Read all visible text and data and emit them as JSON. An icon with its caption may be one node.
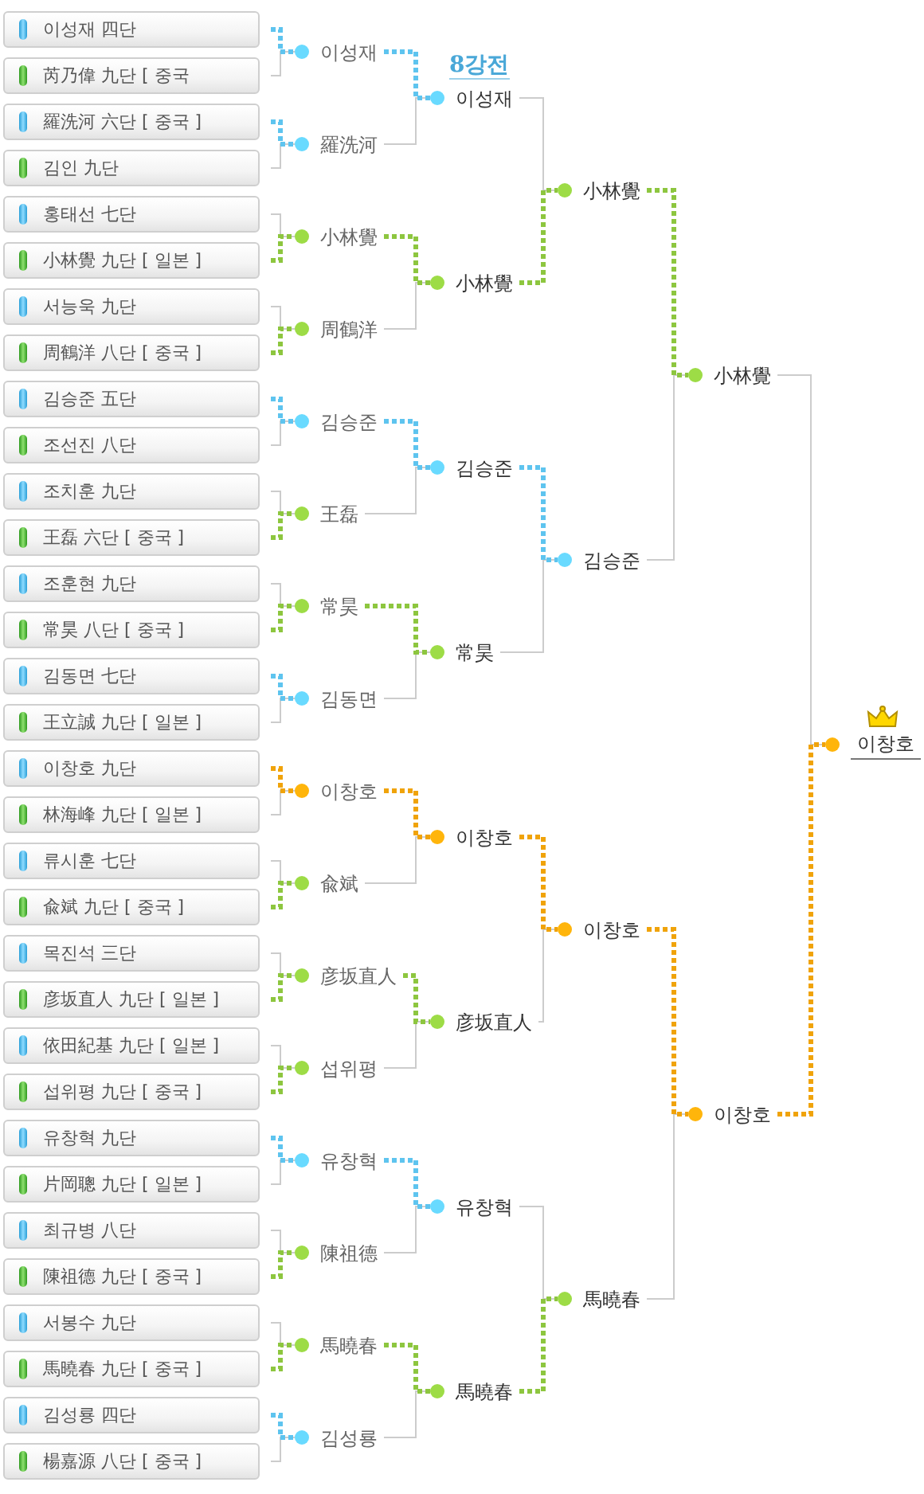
{
  "diagram": {
    "nodes": [
      {
        "text": [
          "이성재 四단"
        ]
      },
      {
        "text": [
          "芮乃偉 九단 [ 중국"
        ]
      },
      {
        "text": [
          "羅洗河 六단 [ 중국 ]"
        ]
      },
      {
        "text": [
          "김인 九단"
        ]
      },
      {
        "text": [
          "홍태선 七단"
        ]
      },
      {
        "text": [
          "小林覺 九단 [ 일본 ]"
        ]
      },
      {
        "text": [
          "서능욱 九단"
        ]
      },
      {
        "text": [
          "周鶴洋 八단 [ 중국 ]"
        ]
      },
      {
        "text": [
          "김승준 五단"
        ]
      },
      {
        "text": [
          "조선진 八단"
        ]
      },
      {
        "text": [
          "조치훈 九단"
        ]
      },
      {
        "text": [
          "王磊 六단 [ 중국 ]"
        ]
      },
      {
        "text": [
          "조훈현 九단"
        ]
      },
      {
        "text": [
          "常昊 八단 [ 중국 ]"
        ]
      },
      {
        "text": [
          "김동면 七단"
        ]
      },
      {
        "text": [
          "王立誠 九단 [ 일본 ]"
        ]
      },
      {
        "text": [
          "이창호 九단"
        ]
      },
      {
        "text": [
          "林海峰 九단 [ 일본 ]"
        ]
      },
      {
        "text": [
          "류시훈 七단"
        ]
      },
      {
        "text": [
          "兪斌 九단 [ 중국 ]"
        ]
      },
      {
        "text": [
          "목진석 三단"
        ]
      },
      {
        "text": [
          "彦坂直人 九단 [ 일본 ]"
        ]
      },
      {
        "text": [
          "依田紀基 九단 [ 일본 ]"
        ]
      },
      {
        "text": [
          "섭위평 九단 [ 중국 ]"
        ]
      },
      {
        "text": [
          "유창혁 九단"
        ]
      },
      {
        "text": [
          "片岡聰 九단 [ 일본 ]"
        ]
      },
      {
        "text": [
          "최규병 八단"
        ]
      },
      {
        "text": [
          "陳祖德 九단 [ 중국 ]"
        ]
      },
      {
        "text": [
          "서봉수 九단"
        ]
      },
      {
        "text": [
          "馬曉春 九단 [ 중국 ]"
        ]
      },
      {
        "text": [
          "김성룡 四단"
        ]
      },
      {
        "text": [
          "楊嘉源 八단 [ 중국 ]"
        ]
      },
      {
        "text": [
          "이성재"
        ]
      },
      {
        "text": [
          "羅洗河"
        ]
      },
      {
        "text": [
          "小林覺"
        ]
      },
      {
        "text": [
          "周鶴洋"
        ]
      },
      {
        "text": [
          "김승준"
        ]
      },
      {
        "text": [
          "王磊"
        ]
      },
      {
        "text": [
          "常昊"
        ]
      },
      {
        "text": [
          "김동면"
        ]
      },
      {
        "text": [
          "이창호"
        ]
      },
      {
        "text": [
          "兪斌"
        ]
      },
      {
        "text": [
          "彦坂直人"
        ]
      },
      {
        "text": [
          "섭위평"
        ]
      },
      {
        "text": [
          "유창혁"
        ]
      },
      {
        "text": [
          "陳祖德"
        ]
      },
      {
        "text": [
          "馬曉春"
        ]
      },
      {
        "text": [
          "김성룡"
        ]
      },
      {
        "text": [
          "이성재"
        ]
      },
      {
        "text": [
          "小林覺"
        ]
      },
      {
        "text": [
          "김승준"
        ]
      },
      {
        "text": [
          "常昊"
        ]
      },
      {
        "text": [
          "이창호"
        ]
      },
      {
        "text": [
          "彦坂直人"
        ]
      },
      {
        "text": [
          "유창혁"
        ]
      },
      {
        "text": [
          "馬曉春"
        ]
      },
      {
        "text": [
          "小林覺"
        ]
      },
      {
        "text": [
          "김승준"
        ]
      },
      {
        "text": [
          "이창호"
        ]
      },
      {
        "text": [
          "馬曉春"
        ]
      },
      {
        "text": [
          "小林覺"
        ]
      },
      {
        "text": [
          "이창호"
        ]
      },
      {
        "text": [
          "이창호"
        ]
      }
    ],
    "edges": [
      {
        "from": 0,
        "to": 32,
        "arrow": "none",
        "style": "dashed",
        "color": "#5ec4ef"
      },
      {
        "from": 1,
        "to": 32,
        "arrow": "none"
      },
      {
        "from": 2,
        "to": 33,
        "arrow": "none",
        "style": "dashed",
        "color": "#5ec4ef"
      },
      {
        "from": 3,
        "to": 33,
        "arrow": "none"
      },
      {
        "from": 4,
        "to": 34,
        "arrow": "none"
      },
      {
        "from": 5,
        "to": 34,
        "arrow": "none",
        "style": "dashed",
        "color": "#8dc63f"
      },
      {
        "from": 6,
        "to": 35,
        "arrow": "none"
      },
      {
        "from": 7,
        "to": 35,
        "arrow": "none",
        "style": "dashed",
        "color": "#8dc63f"
      },
      {
        "from": 8,
        "to": 36,
        "arrow": "none",
        "style": "dashed",
        "color": "#5ec4ef"
      },
      {
        "from": 9,
        "to": 36,
        "arrow": "none"
      },
      {
        "from": 10,
        "to": 37,
        "arrow": "none"
      },
      {
        "from": 11,
        "to": 37,
        "arrow": "none",
        "style": "dashed",
        "color": "#8dc63f"
      },
      {
        "from": 12,
        "to": 38,
        "arrow": "none"
      },
      {
        "from": 13,
        "to": 38,
        "arrow": "none",
        "style": "dashed",
        "color": "#8dc63f"
      },
      {
        "from": 14,
        "to": 39,
        "arrow": "none",
        "style": "dashed",
        "color": "#5ec4ef"
      },
      {
        "from": 15,
        "to": 39,
        "arrow": "none"
      },
      {
        "from": 16,
        "to": 40,
        "arrow": "none",
        "style": "dashed",
        "color": "#f0a30a"
      },
      {
        "from": 17,
        "to": 40,
        "arrow": "none"
      },
      {
        "from": 18,
        "to": 41,
        "arrow": "none"
      },
      {
        "from": 19,
        "to": 41,
        "arrow": "none",
        "style": "dashed",
        "color": "#8dc63f"
      },
      {
        "from": 20,
        "to": 42,
        "arrow": "none"
      },
      {
        "from": 21,
        "to": 42,
        "arrow": "none",
        "style": "dashed",
        "color": "#8dc63f"
      },
      {
        "from": 22,
        "to": 43,
        "arrow": "none"
      },
      {
        "from": 23,
        "to": 43,
        "arrow": "none",
        "style": "dashed",
        "color": "#8dc63f"
      },
      {
        "from": 24,
        "to": 44,
        "arrow": "none",
        "style": "dashed",
        "color": "#5ec4ef"
      },
      {
        "from": 25,
        "to": 44,
        "arrow": "none"
      },
      {
        "from": 26,
        "to": 45,
        "arrow": "none"
      },
      {
        "from": 27,
        "to": 45,
        "arrow": "none",
        "style": "dashed",
        "color": "#8dc63f"
      },
      {
        "from": 28,
        "to": 46,
        "arrow": "none"
      },
      {
        "from": 29,
        "to": 46,
        "arrow": "none",
        "style": "dashed",
        "color": "#8dc63f"
      },
      {
        "from": 30,
        "to": 47,
        "arrow": "none",
        "style": "dashed",
        "color": "#5ec4ef"
      },
      {
        "from": 31,
        "to": 47,
        "arrow": "none"
      },
      {
        "from": 32,
        "to": 48,
        "arrow": "none",
        "style": "dashed",
        "color": "#5ec4ef"
      },
      {
        "from": 33,
        "to": 48,
        "arrow": "none"
      },
      {
        "from": 34,
        "to": 49,
        "arrow": "none",
        "style": "dashed",
        "color": "#8dc63f"
      },
      {
        "from": 35,
        "to": 49,
        "arrow": "none"
      },
      {
        "from": 36,
        "to": 50,
        "arrow": "none",
        "style": "dashed",
        "color": "#5ec4ef"
      },
      {
        "from": 37,
        "to": 50,
        "arrow": "none"
      },
      {
        "from": 38,
        "to": 51,
        "arrow": "none",
        "style": "dashed",
        "color": "#8dc63f"
      },
      {
        "from": 39,
        "to": 51,
        "arrow": "none"
      },
      {
        "from": 40,
        "to": 52,
        "arrow": "none",
        "style": "dashed",
        "color": "#f0a30a"
      },
      {
        "from": 41,
        "to": 52,
        "arrow": "none"
      },
      {
        "from": 42,
        "to": 53,
        "arrow": "none",
        "style": "dashed",
        "color": "#8dc63f"
      },
      {
        "from": 43,
        "to": 53,
        "arrow": "none"
      },
      {
        "from": 44,
        "to": 54,
        "arrow": "none",
        "style": "dashed",
        "color": "#5ec4ef"
      },
      {
        "from": 45,
        "to": 54,
        "arrow": "none"
      },
      {
        "from": 46,
        "to": 55,
        "arrow": "none",
        "style": "dashed",
        "color": "#8dc63f"
      },
      {
        "from": 47,
        "to": 55,
        "arrow": "none"
      },
      {
        "from": 48,
        "to": 56,
        "arrow": "none"
      },
      {
        "from": 49,
        "to": 56,
        "arrow": "none",
        "style": "dashed",
        "color": "#8dc63f"
      },
      {
        "from": 50,
        "to": 57,
        "arrow": "none",
        "style": "dashed",
        "color": "#5ec4ef"
      },
      {
        "from": 51,
        "to": 57,
        "arrow": "none"
      },
      {
        "from": 52,
        "to": 58,
        "arrow": "none",
        "style": "dashed",
        "color": "#f0a30a"
      },
      {
        "from": 53,
        "to": 58,
        "arrow": "none"
      },
      {
        "from": 54,
        "to": 59,
        "arrow": "none"
      },
      {
        "from": 55,
        "to": 59,
        "arrow": "none",
        "style": "dashed",
        "color": "#8dc63f"
      },
      {
        "from": 56,
        "to": 60,
        "arrow": "none",
        "style": "dashed",
        "color": "#8dc63f"
      },
      {
        "from": 57,
        "to": 60,
        "arrow": "none"
      },
      {
        "from": 58,
        "to": 61,
        "arrow": "none",
        "style": "dashed",
        "color": "#f0a30a"
      },
      {
        "from": 59,
        "to": 61,
        "arrow": "none"
      },
      {
        "from": 60,
        "to": 62,
        "arrow": "none"
      },
      {
        "from": 61,
        "to": 62,
        "arrow": "none",
        "style": "dashed",
        "color": "#f0a30a"
      }
    ],
    "labels": [
      "8강전"
    ]
  }
}
